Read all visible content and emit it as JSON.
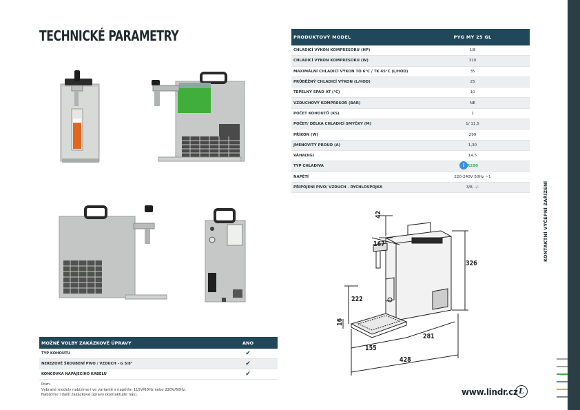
{
  "page": {
    "title": "TECHNICKÉ PARAMETRY",
    "website": "www.lindr.cz",
    "logo_letter": "L",
    "side_label": "KONTAKTNÍ VÝČEPNÍ ZAŘÍZENÍ",
    "accent_color": "#21485a",
    "highlight_color": "#39b54a"
  },
  "spec_table": {
    "header": {
      "label": "PRODUKTOVÝ MODEL",
      "value": "PYG MY 25 GL"
    },
    "rows": [
      {
        "label": "CHLADICÍ VÝKON KOMPRESORU (HP)",
        "value": "1/8"
      },
      {
        "label": "CHLADICÍ VÝKON KOMPRESORU (W)",
        "value": "310"
      },
      {
        "label": "MAXIMÁLNÍ CHLADICÍ VÝKON TO 6°C / TK 45°C (L/HOD)",
        "value": "35"
      },
      {
        "label": " PRŮBĚŽNÝ CHLADICÍ VÝKON (L/HOD)",
        "value": "25"
      },
      {
        "label": "TEPELNÝ SPÁD AT (°C)",
        "value": "10"
      },
      {
        "label": "VZDUCHOVÝ KOMPRESOR (BAR)",
        "value": "NE"
      },
      {
        "label": "POČET KOHOUTŮ (KS)",
        "value": "1"
      },
      {
        "label": "POČET/ DÉLKA CHLADICÍ SMYČKY (M)",
        "value": "1/ 11,5"
      },
      {
        "label": "PŘÍKON (W)",
        "value": "299"
      },
      {
        "label": "JMENOVITÝ PROUD (A)",
        "value": "1,30"
      },
      {
        "label": "VÁHA(KG)",
        "value": "14,5"
      },
      {
        "label": "TYP CHLADIVA",
        "value": "R290",
        "highlight": true,
        "info_icon": "i"
      },
      {
        "label": "NAPĚTÍ",
        "value": "220-240V 50Hz ~1"
      },
      {
        "label": "PŘIPOJENÍ PIVO/ VZDUCH - RYCHLOSPOJKA",
        "value": "3/8, -/-"
      }
    ]
  },
  "options_table": {
    "header": {
      "label": "MOŽNÉ VOLBY ZAKÁZKOVÉ ÚPRAVY",
      "value": "ANO"
    },
    "rows": [
      {
        "label": "TYP KOHOUTU",
        "check": "✔"
      },
      {
        "label": "NEREZOVÉ ŠROUBENÍ PIVO / VZDUCH - G 5/8\"",
        "check": "✔"
      },
      {
        "label": "KONCOVKA NAPÁJECÍHO KABELU",
        "check": "✔"
      }
    ]
  },
  "notes": [
    "Pozn.",
    "Vybrané modely nabízíme i ve variantě s napětím 115V/60Hz nebo 220V/60Hz.",
    "Nabízíme i další zakázkové úpravy (kontaktujte nás)."
  ],
  "dimensions": {
    "d42": "42",
    "d167": "167",
    "d326": "326",
    "d222": "222",
    "d16": "16",
    "d155": "155",
    "d281": "281",
    "d428": "428"
  }
}
